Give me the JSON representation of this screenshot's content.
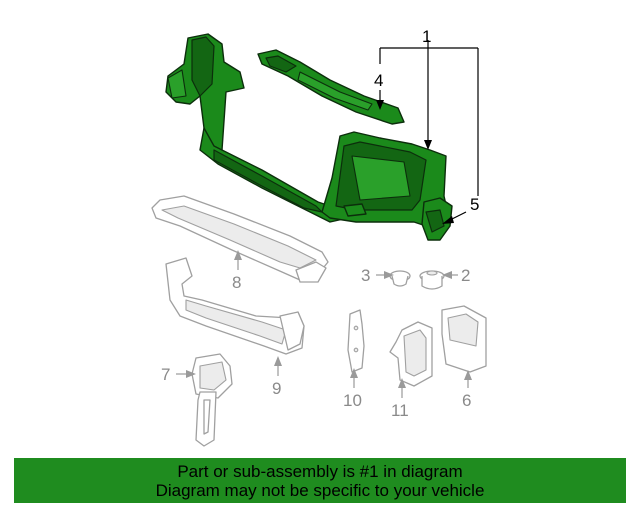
{
  "callouts": {
    "c1": "1",
    "c2": "2",
    "c3": "3",
    "c4": "4",
    "c5": "5",
    "c6": "6",
    "c7": "7",
    "c8": "8",
    "c9": "9",
    "c10": "10",
    "c11": "11"
  },
  "footer": {
    "line1": "Part or sub-assembly is #1 in diagram",
    "line2": "Diagram may not be specific to your vehicle"
  },
  "colors": {
    "highlight_part": "#1b8a1b",
    "banner": "#1f8c1f",
    "other_parts": "#a0a0a0"
  }
}
